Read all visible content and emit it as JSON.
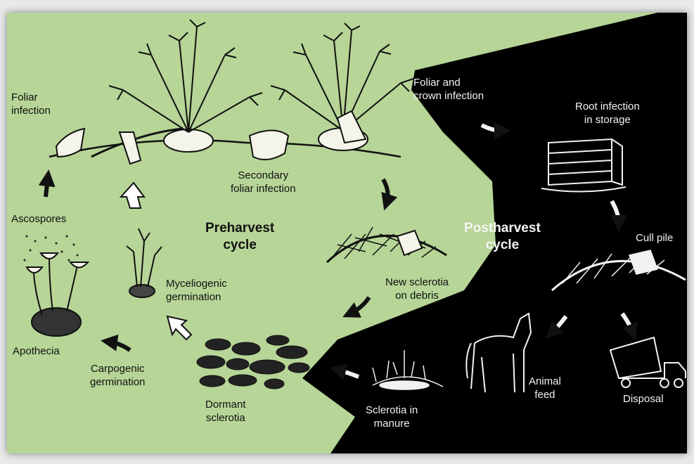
{
  "labels": {
    "foliar_infection": "Foliar\ninfection",
    "secondary_foliar_infection": "Secondary\nfoliar infection",
    "ascospores": "Ascospores",
    "myceliogenic_germination": "Myceliogenic\ngermination",
    "apothecia": "Apothecia",
    "carpogenic_germination": "Carpogenic\ngermination",
    "dormant_sclerotia": "Dormant\nsclerotia",
    "new_sclerotia_on_debris": "New sclerotia\non debris",
    "foliar_and_crown_infection": "Foliar and\ncrown infection",
    "root_infection_in_storage": "Root infection\nin storage",
    "cull_pile": "Cull pile",
    "animal_feed": "Animal\nfeed",
    "disposal": "Disposal",
    "sclerotia_in_manure": "Sclerotia in\nmanure"
  },
  "titles": {
    "preharvest": "Preharvest\ncycle",
    "postharvest": "Postharvest\ncycle"
  },
  "colors": {
    "preharvest_bg": "#b6d597",
    "postharvest_bg": "#000000",
    "ink": "#111111",
    "light_ink": "#f2f2f2"
  }
}
